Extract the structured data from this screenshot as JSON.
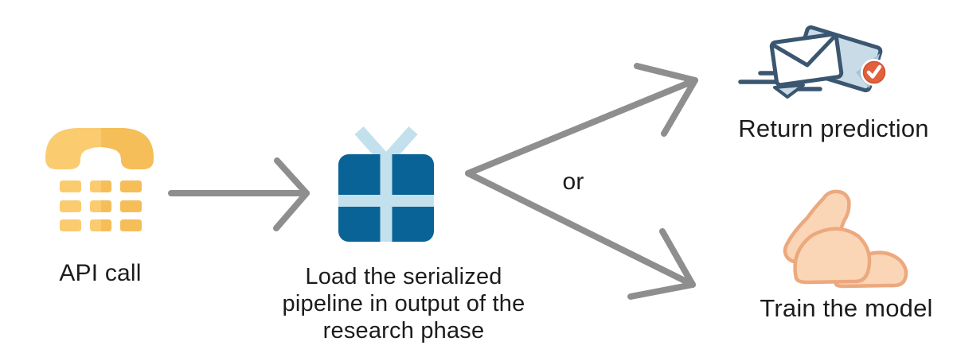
{
  "diagram": {
    "nodes": {
      "api_call": {
        "label": "API call",
        "icon": "telephone-keypad-icon"
      },
      "load_pipeline": {
        "label": "Load the serialized pipeline in output of the research phase",
        "lines": [
          "Load the serialized",
          "pipeline in output of the",
          "research phase"
        ],
        "icon": "gift-box-icon"
      },
      "return_prediction": {
        "label": "Return prediction",
        "icon": "speeding-envelope-check-icon"
      },
      "train_model": {
        "label": "Train the model",
        "icon": "flexed-biceps-icon"
      }
    },
    "connector_or_label": "or"
  },
  "colors": {
    "background": "#FFFFFF",
    "label_text": "#1C1C1C",
    "arrow_gray": "#8E8E8E",
    "phone_gold_light": "#FBCB70",
    "phone_gold_dark": "#F5BE58",
    "gift_box_blue": "#0A6396",
    "gift_ribbon_blue": "#C3E0ED",
    "envelope_outline_navy": "#3A5670",
    "envelope_back_blue": "#C9DBE7",
    "envelope_shade_blue": "#A9C3D6",
    "check_badge_orange": "#E2603C",
    "arm_skin": "#FAD6B6",
    "arm_outline": "#ECA87E"
  }
}
